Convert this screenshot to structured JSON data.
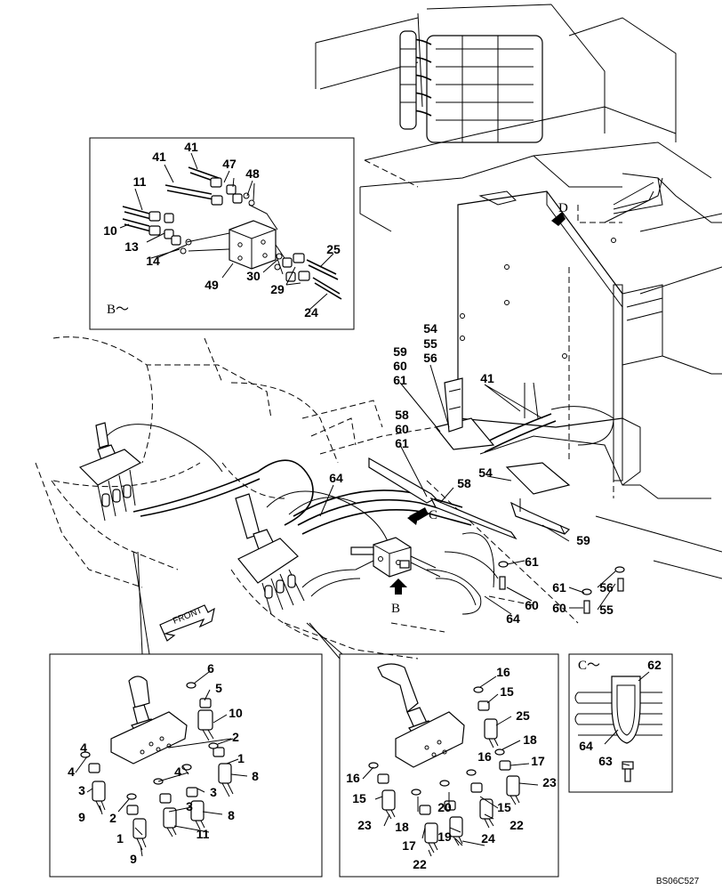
{
  "callouts": [
    {
      "id": "c-b41a",
      "text": "41"
    },
    {
      "id": "c-b41b",
      "text": "41"
    },
    {
      "id": "c-b47",
      "text": "47"
    },
    {
      "id": "c-b48",
      "text": "48"
    },
    {
      "id": "c-b11",
      "text": "11"
    },
    {
      "id": "c-b10",
      "text": "10"
    },
    {
      "id": "c-b13",
      "text": "13"
    },
    {
      "id": "c-b14",
      "text": "14"
    },
    {
      "id": "c-b49",
      "text": "49"
    },
    {
      "id": "c-b30",
      "text": "30"
    },
    {
      "id": "c-b29",
      "text": "29"
    },
    {
      "id": "c-b25",
      "text": "25"
    },
    {
      "id": "c-b24",
      "text": "24"
    },
    {
      "id": "c-54a",
      "text": "54"
    },
    {
      "id": "c-55a",
      "text": "55"
    },
    {
      "id": "c-56a",
      "text": "56"
    },
    {
      "id": "c-59a",
      "text": "59"
    },
    {
      "id": "c-60a",
      "text": "60"
    },
    {
      "id": "c-61a",
      "text": "61"
    },
    {
      "id": "c-41m",
      "text": "41"
    },
    {
      "id": "c-58a",
      "text": "58"
    },
    {
      "id": "c-60b",
      "text": "60"
    },
    {
      "id": "c-61b",
      "text": "61"
    },
    {
      "id": "c-54b",
      "text": "54"
    },
    {
      "id": "c-64a",
      "text": "64"
    },
    {
      "id": "c-58b",
      "text": "58"
    },
    {
      "id": "c-59b",
      "text": "59"
    },
    {
      "id": "c-61c",
      "text": "61"
    },
    {
      "id": "c-60c",
      "text": "60"
    },
    {
      "id": "c-64b",
      "text": "64"
    },
    {
      "id": "c-61d",
      "text": "61"
    },
    {
      "id": "c-56b",
      "text": "56"
    },
    {
      "id": "c-60d",
      "text": "60"
    },
    {
      "id": "c-55b",
      "text": "55"
    },
    {
      "id": "l-6",
      "text": "6"
    },
    {
      "id": "l-5",
      "text": "5"
    },
    {
      "id": "l-10",
      "text": "10"
    },
    {
      "id": "l-2a",
      "text": "2"
    },
    {
      "id": "l-1a",
      "text": "1"
    },
    {
      "id": "l-4a",
      "text": "4"
    },
    {
      "id": "l-4b",
      "text": "4"
    },
    {
      "id": "l-4c",
      "text": "4"
    },
    {
      "id": "l-3a",
      "text": "3"
    },
    {
      "id": "l-3b",
      "text": "3"
    },
    {
      "id": "l-8a",
      "text": "8"
    },
    {
      "id": "l-9a",
      "text": "9"
    },
    {
      "id": "l-2b",
      "text": "2"
    },
    {
      "id": "l-3c",
      "text": "3"
    },
    {
      "id": "l-8b",
      "text": "8"
    },
    {
      "id": "l-1b",
      "text": "1"
    },
    {
      "id": "l-11",
      "text": "11"
    },
    {
      "id": "l-9b",
      "text": "9"
    },
    {
      "id": "r-16a",
      "text": "16"
    },
    {
      "id": "r-15a",
      "text": "15"
    },
    {
      "id": "r-25",
      "text": "25"
    },
    {
      "id": "r-18a",
      "text": "18"
    },
    {
      "id": "r-16b",
      "text": "16"
    },
    {
      "id": "r-17a",
      "text": "17"
    },
    {
      "id": "r-16c",
      "text": "16"
    },
    {
      "id": "r-15b",
      "text": "15"
    },
    {
      "id": "r-23a",
      "text": "23"
    },
    {
      "id": "r-20",
      "text": "20"
    },
    {
      "id": "r-15c",
      "text": "15"
    },
    {
      "id": "r-23b",
      "text": "23"
    },
    {
      "id": "r-18b",
      "text": "18"
    },
    {
      "id": "r-22a",
      "text": "22"
    },
    {
      "id": "r-19",
      "text": "19"
    },
    {
      "id": "r-24",
      "text": "24"
    },
    {
      "id": "r-17b",
      "text": "17"
    },
    {
      "id": "r-22b",
      "text": "22"
    },
    {
      "id": "k-62",
      "text": "62"
    },
    {
      "id": "k-64",
      "text": "64"
    },
    {
      "id": "k-63",
      "text": "63"
    }
  ],
  "view_labels": {
    "b_inset": "B～",
    "c_inset": "C～",
    "arrow_b": "B",
    "arrow_c": "C",
    "arrow_d": "D",
    "front": "FRONT"
  },
  "drawing_code": "BS06C527"
}
